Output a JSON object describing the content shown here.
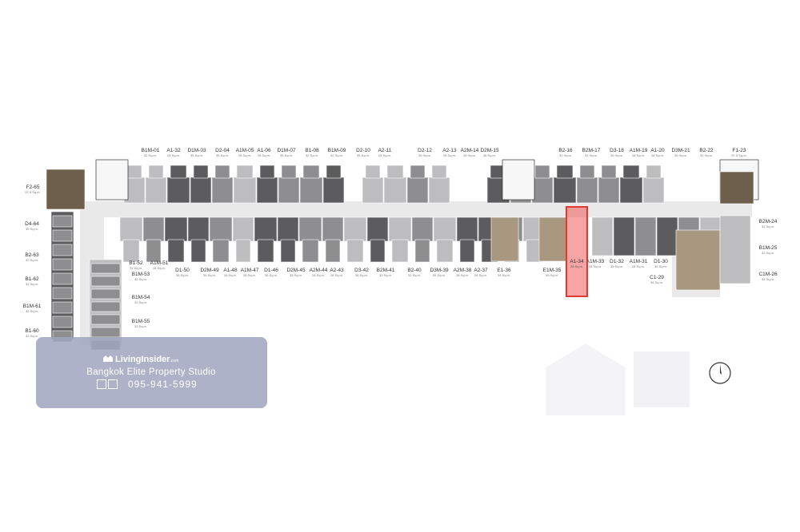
{
  "plan": {
    "units_top": [
      {
        "code": "B1M-01",
        "size": "32 Sq.m."
      },
      {
        "code": "A1-32",
        "size": "28 Sq.m."
      },
      {
        "code": "D1M-03",
        "size": "35 Sq.m."
      },
      {
        "code": "D2-04",
        "size": "35 Sq.m."
      },
      {
        "code": "A1M-05",
        "size": "28 Sq.m."
      },
      {
        "code": "A1-06",
        "size": "28 Sq.m."
      },
      {
        "code": "D1M-07",
        "size": "35 Sq.m."
      },
      {
        "code": "B1-08",
        "size": "32 Sq.m."
      },
      {
        "code": "B1M-09",
        "size": "32 Sq.m."
      },
      {
        "code": "D2-10",
        "size": "35 Sq.m."
      },
      {
        "code": "A2-11",
        "size": "28 Sq.m."
      },
      {
        "code": "D2-12",
        "size": "35 Sq.m."
      },
      {
        "code": "A2-13",
        "size": "28 Sq.m."
      },
      {
        "code": "A2M-14",
        "size": "28 Sq.m."
      },
      {
        "code": "D2M-15",
        "size": "35 Sq.m."
      },
      {
        "code": "B2-16",
        "size": "32 Sq.m."
      },
      {
        "code": "B2M-17",
        "size": "32 Sq.m."
      },
      {
        "code": "D3-18",
        "size": "35 Sq.m."
      },
      {
        "code": "A1M-19",
        "size": "28 Sq.m."
      },
      {
        "code": "A1-20",
        "size": "28 Sq.m."
      },
      {
        "code": "D3M-21",
        "size": "35 Sq.m."
      },
      {
        "code": "B2-22",
        "size": "32 Sq.m."
      },
      {
        "code": "F1-23",
        "size": "57.5 Sq.m."
      }
    ],
    "units_bottom": [
      {
        "code": "B1-52",
        "size": "32 Sq.m."
      },
      {
        "code": "A1M-51",
        "size": "28 Sq.m."
      },
      {
        "code": "B1M-53",
        "size": "32 Sq.m."
      },
      {
        "code": "B1M-54",
        "size": "32 Sq.m."
      },
      {
        "code": "B1M-55",
        "size": "32 Sq.m."
      },
      {
        "code": "D1-50",
        "size": "35 Sq.m."
      },
      {
        "code": "D2M-49",
        "size": "35 Sq.m."
      },
      {
        "code": "A1-48",
        "size": "28 Sq.m."
      },
      {
        "code": "A1M-47",
        "size": "28 Sq.m."
      },
      {
        "code": "D1-46",
        "size": "35 Sq.m."
      },
      {
        "code": "D2M-45",
        "size": "35 Sq.m."
      },
      {
        "code": "A2M-44",
        "size": "28 Sq.m."
      },
      {
        "code": "A2-43",
        "size": "28 Sq.m."
      },
      {
        "code": "D3-42",
        "size": "35 Sq.m."
      },
      {
        "code": "B2M-41",
        "size": "32 Sq.m."
      },
      {
        "code": "B2-40",
        "size": "32 Sq.m."
      },
      {
        "code": "D3M-39",
        "size": "35 Sq.m."
      },
      {
        "code": "A2M-38",
        "size": "28 Sq.m."
      },
      {
        "code": "A2-37",
        "size": "28 Sq.m."
      },
      {
        "code": "E1-36",
        "size": "39 Sq.m."
      },
      {
        "code": "E1M-35",
        "size": "39 Sq.m."
      },
      {
        "code": "A1M-33",
        "size": "28 Sq.m."
      },
      {
        "code": "D1-32",
        "size": "35 Sq.m."
      },
      {
        "code": "A1M-31",
        "size": "28 Sq.m."
      },
      {
        "code": "D1-30",
        "size": "35 Sq.m."
      },
      {
        "code": "C1-29",
        "size": "34 Sq.m."
      }
    ],
    "units_left": [
      {
        "code": "F2-65",
        "size": "57.5 Sq.m."
      },
      {
        "code": "D4-64",
        "size": "35 Sq.m."
      },
      {
        "code": "B2-63",
        "size": "32 Sq.m."
      },
      {
        "code": "B1-62",
        "size": "32 Sq.m."
      },
      {
        "code": "B1M-61",
        "size": "32 Sq.m."
      },
      {
        "code": "B1-60",
        "size": "32 Sq.m."
      }
    ],
    "units_right": [
      {
        "code": "B2M-24",
        "size": "32 Sq.m."
      },
      {
        "code": "B1M-25",
        "size": "32 Sq.m."
      },
      {
        "code": "C1M-26",
        "size": "34 Sq.m."
      }
    ],
    "highlighted_unit": {
      "code": "A1-34",
      "size": "28 Sq.m."
    },
    "colors": {
      "highlight": "#f05a5a",
      "dark_unit": "#5c5c5e",
      "mid_unit": "#8e8e90",
      "light_unit": "#bdbdbf",
      "tan_unit": "#a89880",
      "brown_unit": "#6e5e4c",
      "corridor": "#e9e9ea"
    }
  },
  "watermark": {
    "brand": "LivingInsider",
    "brand_suffix": ".com",
    "studio": "Bangkok Elite Property Studio",
    "phone": "095-941-5999"
  },
  "compass": {
    "icon": "north-compass-icon"
  }
}
